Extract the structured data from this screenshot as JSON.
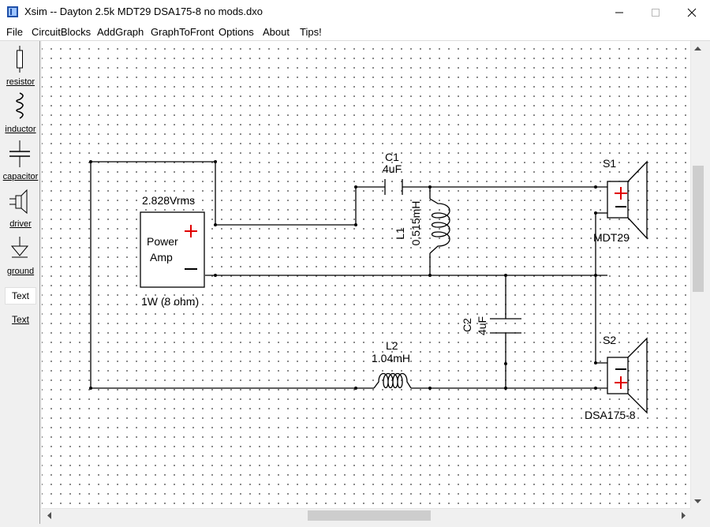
{
  "window": {
    "title": "Xsim -- Dayton 2.5k MDT29 DSA175-8 no mods.dxo",
    "controls": [
      "minimize",
      "maximize",
      "close"
    ]
  },
  "menu": {
    "file": "File",
    "circuit_blocks": "CircuitBlocks",
    "add_graph": "AddGraph",
    "graph_to_front": "GraphToFront",
    "options": "Options",
    "about": "About",
    "tips": "Tips!"
  },
  "toolbox": {
    "resistor": "resistor",
    "inductor": "inductor",
    "capacitor": "capacitor",
    "driver": "driver",
    "ground": "ground",
    "text_button": "Text",
    "text_link": "Text"
  },
  "circuit": {
    "amp_voltage": "2.828Vrms",
    "amp_name_line1": "Power",
    "amp_name_line2": "Amp",
    "amp_power": "1W (8 ohm)",
    "c1_name": "C1",
    "c1_value": "4uF",
    "l1_name": "L1",
    "l1_value": "0.515mH",
    "c2_name": "C2",
    "c2_value": "4uF",
    "l2_name": "L2",
    "l2_value": "1.04mH",
    "s1_name": "S1",
    "s1_model": "MDT29",
    "s2_name": "S2",
    "s2_model": "DSA175-8",
    "plus": "+",
    "minus": "−"
  },
  "colors": {
    "polarity_plus": "#e00000",
    "wire": "#000000",
    "grid_dot": "#6a6a6a"
  }
}
